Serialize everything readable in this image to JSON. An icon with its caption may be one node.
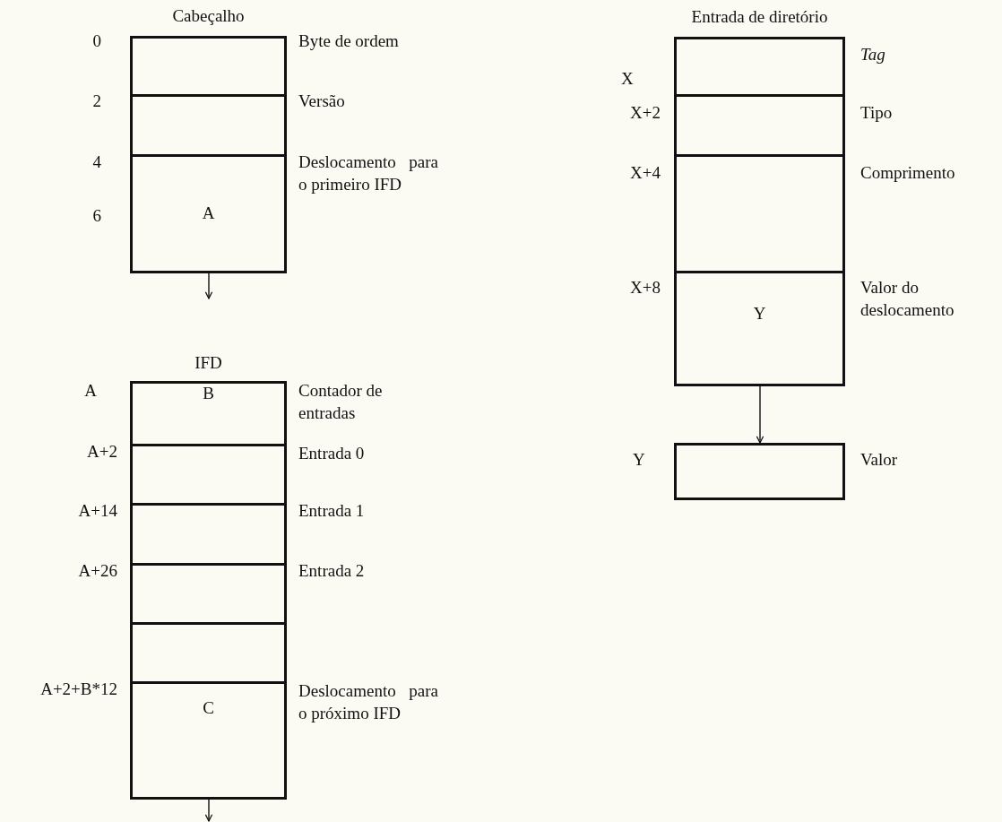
{
  "diagram": {
    "nodes": [
      {
        "text": [
          "Cabeçalho"
        ]
      },
      {
        "text": [],
        "shape": "box",
        "in": 0,
        "beside": [
          "0",
          "Byte de ordem"
        ]
      },
      {
        "text": [],
        "shape": "box",
        "in": 0,
        "beside": [
          "2",
          "Versão"
        ]
      },
      {
        "text": [
          "A"
        ],
        "in": 0,
        "beside": [
          "4",
          "6",
          "Deslocamento para o primeiro IFD"
        ]
      },
      {
        "text": [
          "IFD"
        ]
      },
      {
        "text": [
          "B"
        ],
        "in": 4,
        "beside": [
          "A",
          "Contador de entradas"
        ]
      },
      {
        "text": [],
        "shape": "box",
        "in": 4,
        "beside": [
          "A+2",
          "Entrada 0"
        ]
      },
      {
        "text": [],
        "shape": "box",
        "in": 4,
        "beside": [
          "A+14",
          "Entrada 1"
        ]
      },
      {
        "text": [],
        "shape": "box",
        "in": 4,
        "beside": [
          "A+26",
          "Entrada 2"
        ]
      },
      {
        "text": [],
        "shape": "box",
        "in": 4
      },
      {
        "text": [
          "C"
        ],
        "in": 4,
        "beside": [
          "A+2+B*12",
          "Deslocamento para o próximo IFD"
        ]
      },
      {
        "text": [
          "Entrada de diretório"
        ]
      },
      {
        "text": [],
        "shape": "box",
        "in": 11,
        "beside": [
          "X",
          "Tag"
        ]
      },
      {
        "text": [],
        "shape": "box",
        "in": 11,
        "beside": [
          "X+2",
          "Tipo"
        ]
      },
      {
        "text": [],
        "shape": "box",
        "in": 11,
        "beside": [
          "X+4",
          "Comprimento"
        ]
      },
      {
        "text": [
          "Y"
        ],
        "in": 11,
        "beside": [
          "X+8",
          "Valor do deslocamento"
        ]
      },
      {
        "text": [],
        "shape": "box",
        "beside": [
          "Y",
          "Valor"
        ]
      }
    ],
    "edges": [
      {
        "from": 3,
        "to": null,
        "arrow": "to"
      },
      {
        "from": 10,
        "to": null,
        "arrow": "to"
      },
      {
        "from": 15,
        "to": 16,
        "arrow": "to"
      }
    ]
  }
}
